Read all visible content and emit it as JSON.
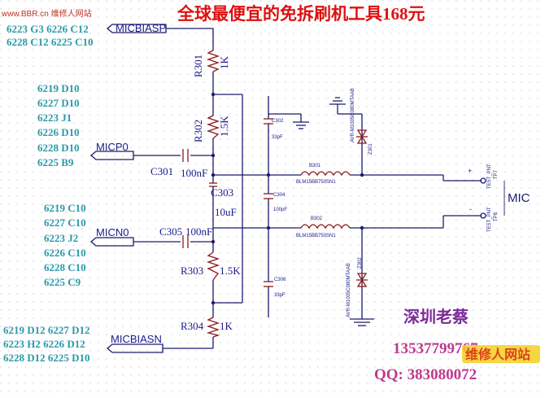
{
  "watermark_url": "www.BBR.cn 维修人网站",
  "headline": "全球最便宜的免拆刷机工具168元",
  "groups": {
    "micbiasp": [
      "6223 G3  6226 C12",
      "6228 C12 6225 C10"
    ],
    "micp": [
      "6219 D10",
      "6227 D10",
      "6223 J1",
      "6226 D10",
      "6228 D10",
      "6225 B9"
    ],
    "micn": [
      "6219  C10",
      "6227  C10",
      "6223  J2",
      "6226  C10",
      "6228  C10",
      "6225  C9"
    ],
    "micbiasn": [
      "6219 D12 6227 D12",
      "6223 H2  6226 D12",
      "6228 D12 6225 D10"
    ]
  },
  "nets": {
    "micbiasp": "MICBIASP",
    "micp": "MICP0",
    "micn": "MICN0",
    "micbiasn": "MICBIASN",
    "mic": "MIC"
  },
  "components": {
    "r301": "R301",
    "r301v": "1K",
    "r302": "R302",
    "r302v": "1.5K",
    "c301": "C301",
    "c301v": "100nF",
    "c303": "C303",
    "c303v": "10uF",
    "c305": "C305",
    "c305v": "100nF",
    "r303": "R303",
    "r303v": "1.5K",
    "r304": "R304",
    "r304v": "1K",
    "c302": "C302",
    "c302v": "33pF",
    "c304": "C304",
    "c304v": "100pF",
    "c306": "C306",
    "c306v": "33pF",
    "b301": "B301",
    "b301v": "BLM15BB750SN1",
    "b302": "B302",
    "b302v": "BLM15BB750SN1",
    "z301": "Z301",
    "z301v": "AVR-M1005C080MTAAB",
    "z302": "Z302",
    "z302v": "AVR-M1005C080MTAAB",
    "tp1": "TEST_PNT",
    "tp1v": "TP7",
    "tp2": "TEST_PNT",
    "tp2v": "TP8"
  },
  "signature": {
    "name": "深圳老蔡",
    "phone": "13537799767",
    "qq": "QQ:  383080072",
    "logo": "维修人网站"
  },
  "colors": {
    "headline": "#dd1111",
    "cyan_text": "#2a9aa8",
    "signature": "#7a2a9a",
    "phone": "#c0398e",
    "wire": "#1a1a6e",
    "component": "#8b1a1a"
  }
}
